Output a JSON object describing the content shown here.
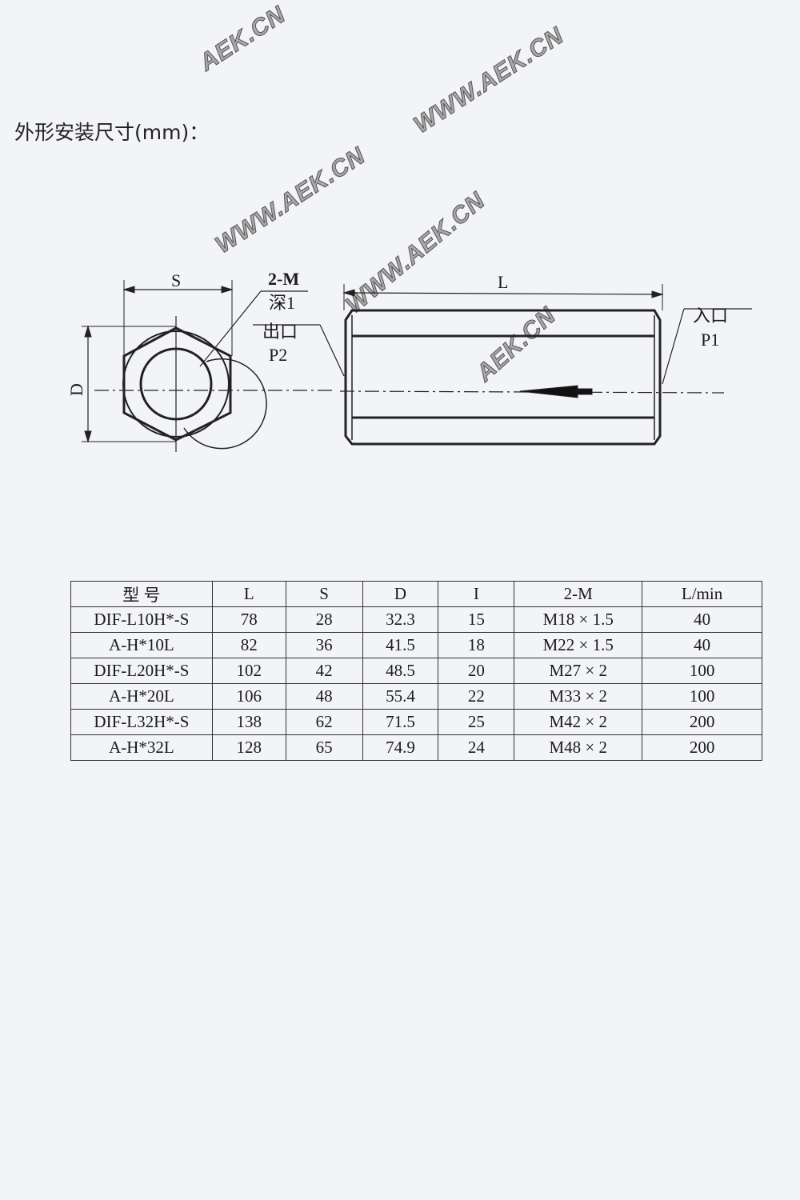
{
  "title": "外形安装尺寸(mm)：",
  "watermarks": [
    "AEK.CN",
    "WWW.AEK.CN",
    "WWW.AEK.CN",
    "WWW.AEK.CN",
    "AEK.CN"
  ],
  "drawing": {
    "s_label": "S",
    "m_label": "2-M",
    "depth_label": "深1",
    "outlet_label": "出口",
    "outlet_port": "P2",
    "length_label": "L",
    "inlet_label": "入口",
    "inlet_port": "P1",
    "d_label": "D"
  },
  "table": {
    "headers": [
      "型  号",
      "L",
      "S",
      "D",
      "I",
      "2-M",
      "L/min"
    ],
    "rows": [
      [
        "DIF-L10H*-S",
        "78",
        "28",
        "32.3",
        "15",
        "M18 × 1.5",
        "40"
      ],
      [
        "A-H*10L",
        "82",
        "36",
        "41.5",
        "18",
        "M22 × 1.5",
        "40"
      ],
      [
        "DIF-L20H*-S",
        "102",
        "42",
        "48.5",
        "20",
        "M27 × 2",
        "100"
      ],
      [
        "A-H*20L",
        "106",
        "48",
        "55.4",
        "22",
        "M33 × 2",
        "100"
      ],
      [
        "DIF-L32H*-S",
        "138",
        "62",
        "71.5",
        "25",
        "M42 × 2",
        "200"
      ],
      [
        "A-H*32L",
        "128",
        "65",
        "74.9",
        "24",
        "M48 × 2",
        "200"
      ]
    ]
  }
}
